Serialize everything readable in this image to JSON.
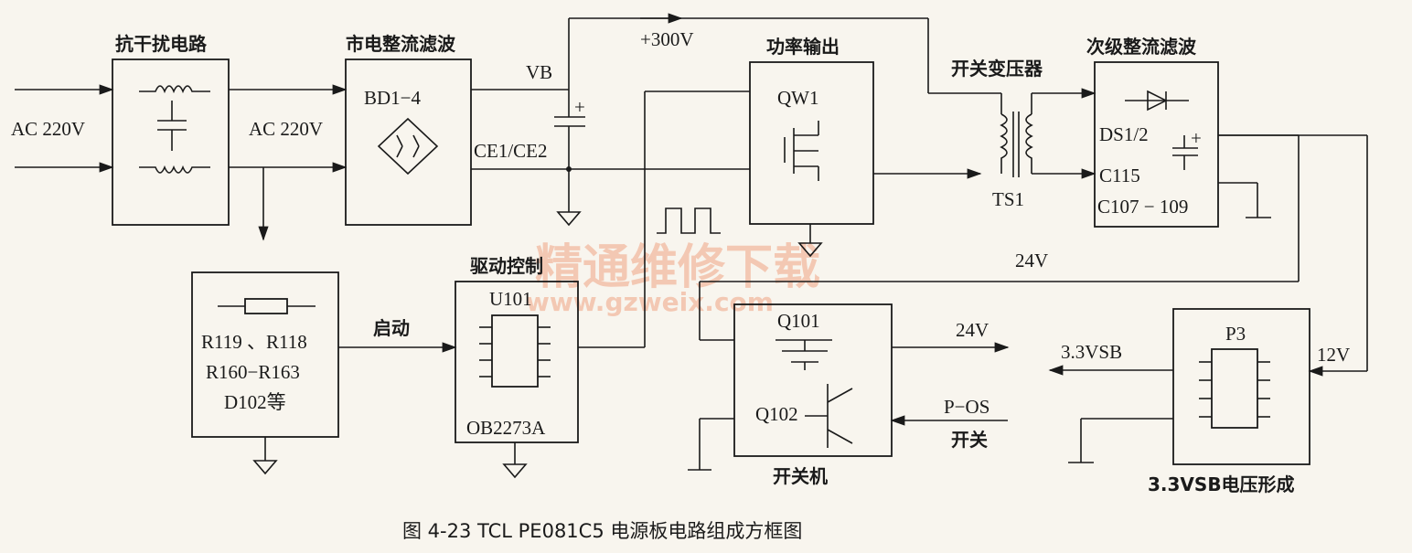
{
  "blocks": {
    "emi": {
      "title": "抗干扰电路"
    },
    "rectifier": {
      "title": "市电整流滤波",
      "part": "BD1−4"
    },
    "power_out": {
      "title": "功率输出",
      "part": "QW1"
    },
    "transformer": {
      "title": "开关变压器",
      "part": "TS1"
    },
    "secondary": {
      "title": "次级整流滤波",
      "parts": [
        "DS1/2",
        "C115",
        "C107 − 109"
      ]
    },
    "startup": {
      "parts": [
        "R119 、R118",
        "R160−R163",
        "D102等"
      ]
    },
    "driver": {
      "title": "驱动控制",
      "part": "U101",
      "ic": "OB2273A"
    },
    "switch": {
      "title": "开关机",
      "parts": [
        "Q101",
        "Q102"
      ]
    },
    "vsb": {
      "title": "3.3VSB电压形成",
      "part": "P3"
    }
  },
  "signals": {
    "ac_in": "AC 220V",
    "ac_mid": "AC 220V",
    "vb": "VB",
    "v300": "+300V",
    "ce": "CE1/CE2",
    "start": "启动",
    "v24_loop": "24V",
    "v24_out": "24V",
    "v12": "12V",
    "v33": "3.3VSB",
    "pos": "P−OS",
    "onoff": "开关"
  },
  "caption": "图 4-23   TCL PE081C5 电源板电路组成方框图",
  "watermark": {
    "line1": "精通维修下载",
    "line2": "www.gzweix.com"
  }
}
